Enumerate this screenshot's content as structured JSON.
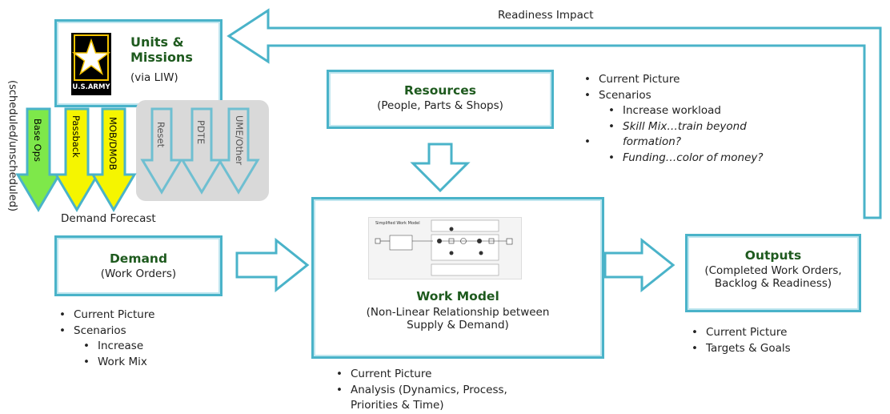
{
  "readiness_impact": "Readiness Impact",
  "side_label": "(scheduled/unscheduled)",
  "demand_forecast": "Demand Forecast",
  "units": {
    "title_line1": "Units &",
    "title_line2": "Missions",
    "subtitle": "(via LIW)",
    "logo_text": "U.S.ARMY"
  },
  "demand_arrows": [
    {
      "label": "Base Ops",
      "fill": "#7ee84a"
    },
    {
      "label": "Passback",
      "fill": "#f5f500"
    },
    {
      "label": "MOB/DMOB",
      "fill": "#f5f500"
    }
  ],
  "grey_arrows": [
    {
      "label": "Reset"
    },
    {
      "label": "PDTE"
    },
    {
      "label": "UME/Other"
    }
  ],
  "resources": {
    "title": "Resources",
    "subtitle": "(People, Parts & Shops)"
  },
  "resources_notes": {
    "items": [
      "Current Picture",
      "Scenarios"
    ],
    "sub_items": [
      "Increase workload",
      "Skill Mix…train beyond",
      "formation?",
      "Funding…color of money?"
    ]
  },
  "demand": {
    "title": "Demand",
    "subtitle": "(Work Orders)"
  },
  "demand_notes": {
    "items": [
      "Current Picture",
      "Scenarios"
    ],
    "sub_items": [
      "Increase",
      "Work Mix"
    ]
  },
  "work_model": {
    "title": "Work Model",
    "subtitle_line1": "(Non-Linear Relationship between",
    "subtitle_line2": "Supply & Demand)",
    "thumb_title": "Simplified Work Model"
  },
  "work_model_notes": {
    "items": [
      "Current Picture",
      "Analysis (Dynamics, Process,"
    ],
    "continuation": "Priorities & Time)"
  },
  "outputs": {
    "title": "Outputs",
    "subtitle_line1": "(Completed Work Orders,",
    "subtitle_line2": "Backlog & Readiness)"
  },
  "outputs_notes": {
    "items": [
      "Current Picture",
      "Targets & Goals"
    ]
  },
  "colors": {
    "box_border": "#4ab3c9",
    "title_green": "#1e5a1e",
    "grey_panel": "#d9d9d9"
  }
}
